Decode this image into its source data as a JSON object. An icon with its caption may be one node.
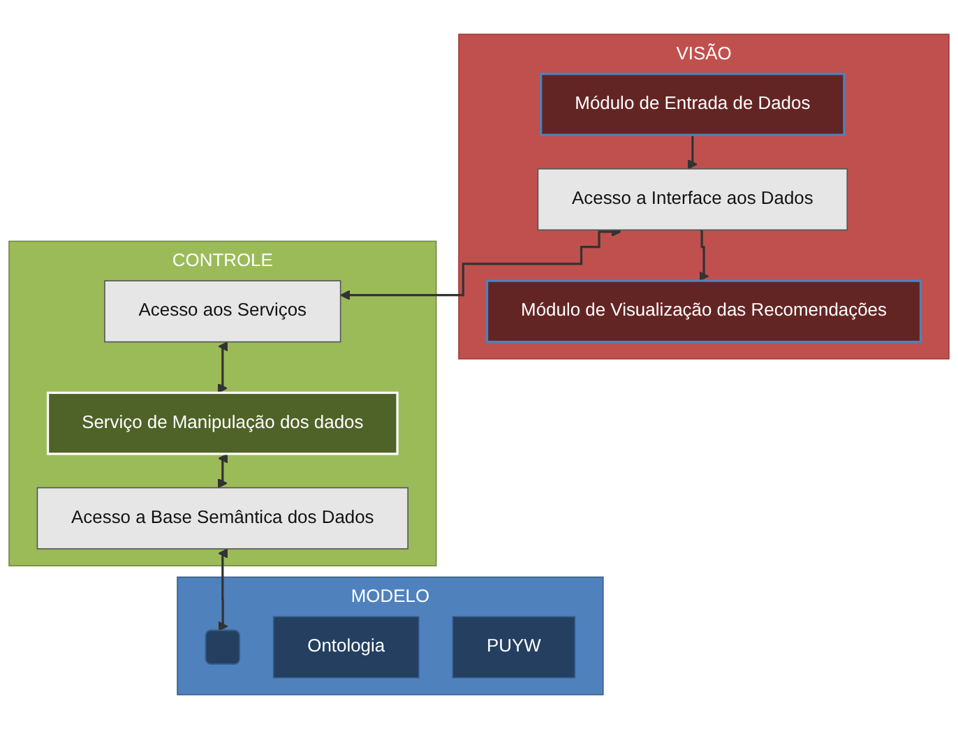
{
  "diagram": {
    "nodes": [
      {
        "text": [
          "VISÃO"
        ]
      },
      {
        "text": [
          "Módulo de Entrada de Dados"
        ],
        "in": 0
      },
      {
        "text": [
          "Módulo de Visualização das Recomendações"
        ],
        "in": 0
      },
      {
        "text": [
          "Acesso a Interface aos Dados"
        ],
        "in": 0
      },
      {
        "text": [
          "CONTROLE"
        ]
      },
      {
        "text": [
          "Acesso aos Serviços"
        ],
        "in": 4
      },
      {
        "text": [
          "Serviço de Manipulação dos dados"
        ],
        "in": 4
      },
      {
        "text": [
          "Acesso a Base Semântica dos Dados"
        ],
        "in": 4
      },
      {
        "text": [
          "MODELO"
        ]
      },
      {
        "text": [],
        "shape": "box",
        "in": 8
      },
      {
        "text": [
          "Ontologia"
        ],
        "in": 8
      },
      {
        "text": [
          "PUYW"
        ],
        "in": 8
      }
    ],
    "edges": [
      {
        "from": 1,
        "to": 3,
        "arrow": "to"
      },
      {
        "from": 3,
        "to": 2,
        "arrow": "to"
      },
      {
        "from": 3,
        "to": 5,
        "arrow": "both"
      },
      {
        "from": 5,
        "to": 6,
        "arrow": "both"
      },
      {
        "from": 6,
        "to": 7,
        "arrow": "both"
      },
      {
        "from": 7,
        "to": 9,
        "arrow": "both"
      }
    ]
  }
}
